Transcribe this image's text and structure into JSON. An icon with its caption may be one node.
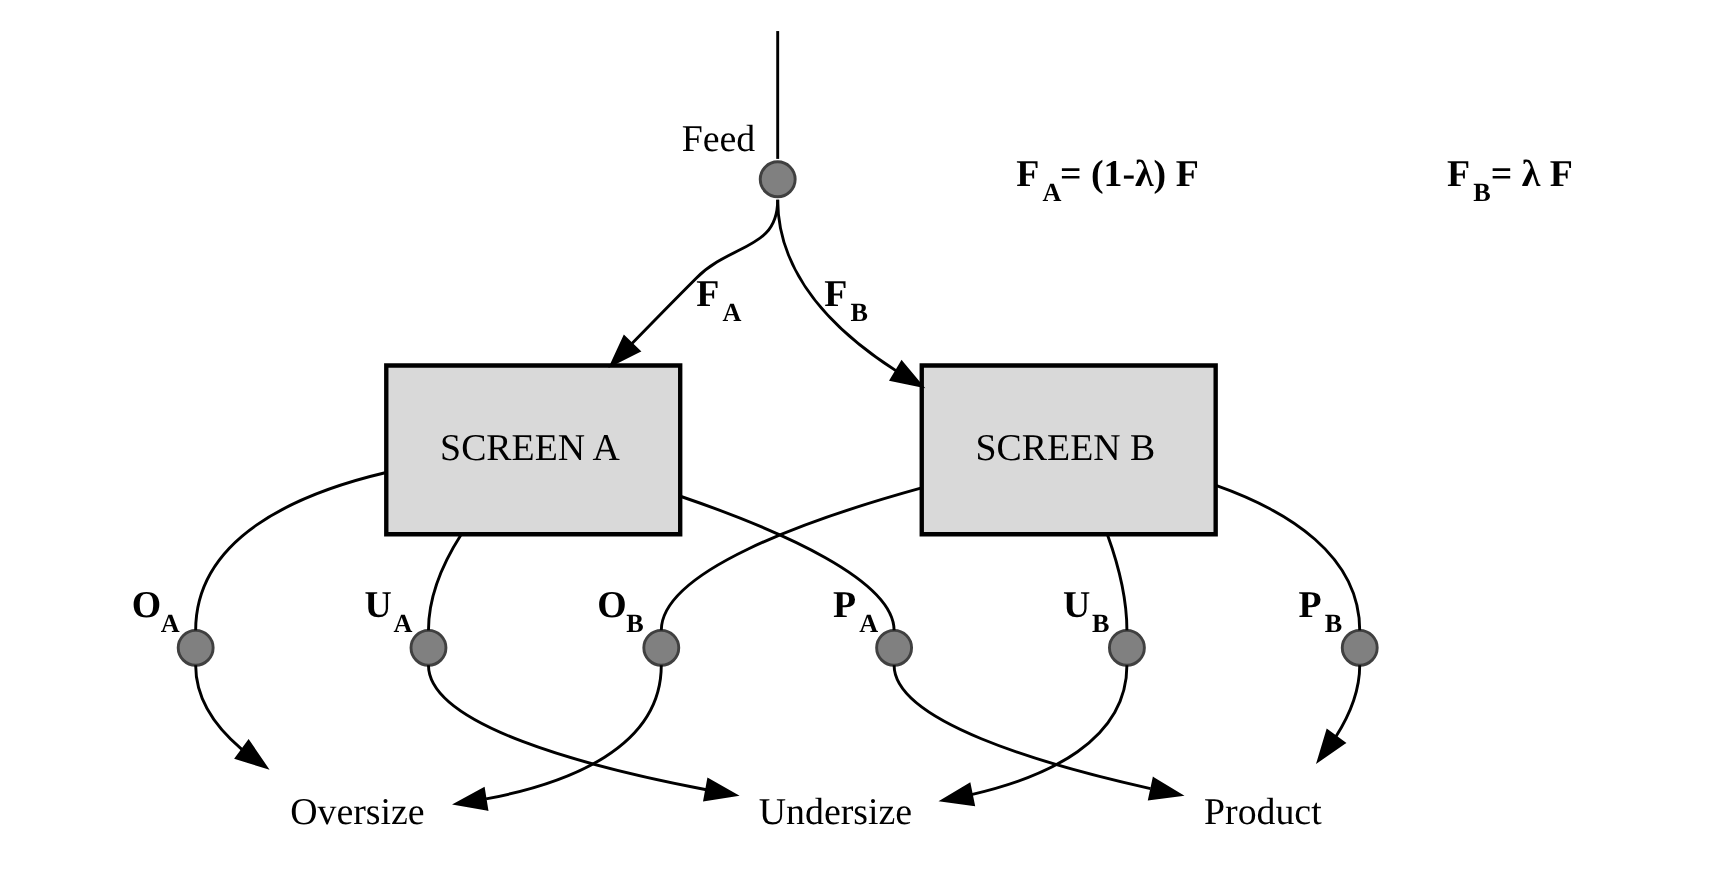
{
  "diagram": {
    "nodes": [
      {
        "text": [],
        "shape": "circle",
        "beside": [
          "Feed"
        ]
      },
      {
        "text": [
          "SCREEN A"
        ]
      },
      {
        "text": [
          "SCREEN B"
        ]
      },
      {
        "text": [],
        "shape": "circle",
        "beside": [
          "**O$_{A}$**"
        ]
      },
      {
        "text": [],
        "shape": "circle",
        "beside": [
          "**P$_{A}$**"
        ]
      },
      {
        "text": [],
        "shape": "circle",
        "beside": [
          "**U$_{A}$**"
        ]
      },
      {
        "text": [],
        "shape": "circle",
        "beside": [
          "**O$_{B}$**"
        ]
      },
      {
        "text": [],
        "shape": "circle",
        "beside": [
          "**P$_{B}$**"
        ]
      },
      {
        "text": [],
        "shape": "circle",
        "beside": [
          "**U$_{B}$**"
        ]
      },
      {
        "text": [
          "Oversize"
        ]
      },
      {
        "text": [
          "Product"
        ]
      },
      {
        "text": [
          "Undersize"
        ]
      }
    ],
    "edges": [
      {
        "from": null,
        "to": 0,
        "arrow": "none"
      },
      {
        "from": 0,
        "to": 1,
        "arrow": "to",
        "label": "**F$_{A}$**"
      },
      {
        "from": 0,
        "to": 2,
        "arrow": "to",
        "label": "**F$_{B}$**"
      },
      {
        "from": 1,
        "to": 3,
        "arrow": "none"
      },
      {
        "from": 1,
        "to": 4,
        "arrow": "none"
      },
      {
        "from": 1,
        "to": 5,
        "arrow": "none"
      },
      {
        "from": 2,
        "to": 6,
        "arrow": "none"
      },
      {
        "from": 2,
        "to": 7,
        "arrow": "none"
      },
      {
        "from": 2,
        "to": 8,
        "arrow": "none"
      },
      {
        "from": 3,
        "to": 9,
        "arrow": "to"
      },
      {
        "from": 6,
        "to": 9,
        "arrow": "to"
      },
      {
        "from": 4,
        "to": 10,
        "arrow": "to"
      },
      {
        "from": 7,
        "to": 10,
        "arrow": "to"
      },
      {
        "from": 5,
        "to": 11,
        "arrow": "to"
      },
      {
        "from": 8,
        "to": 11,
        "arrow": "to"
      }
    ],
    "labels": [
      "**F$_{A}$= (1-λ) F**",
      "**F$_{B}$= λ F**"
    ]
  }
}
